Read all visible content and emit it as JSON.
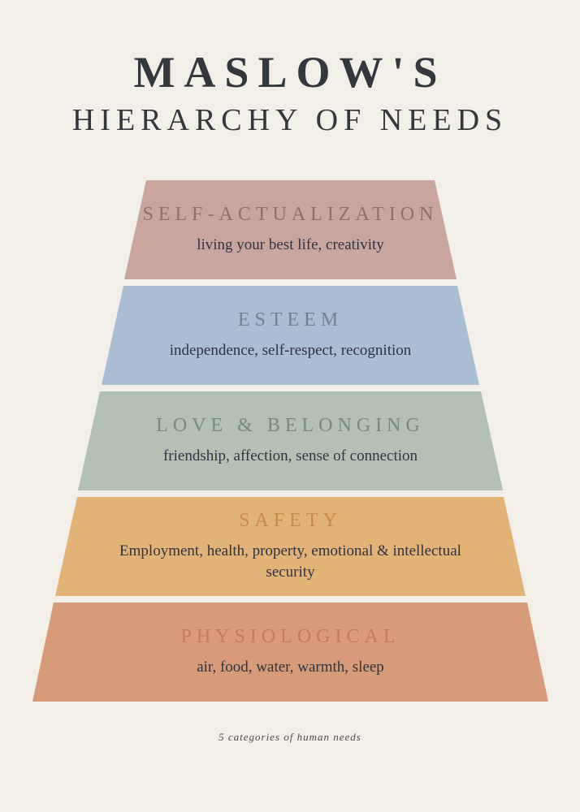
{
  "poster": {
    "title_line1": "MASLOW'S",
    "title_line2": "HIERARCHY OF NEEDS",
    "footer": "5 categories of human needs",
    "background_color": "#f2efe9",
    "title_color": "#34373c",
    "levels": [
      {
        "name": "SELF-ACTUALIZATION",
        "description": "living your best life, creativity",
        "color": "#c8a69d",
        "heading_color": "#8d7260"
      },
      {
        "name": "ESTEEM",
        "description": "independence, self-respect, recognition",
        "color": "#a9bdd3",
        "heading_color": "#71818f"
      },
      {
        "name": "LOVE & BELONGING",
        "description": "friendship, affection, sense of connection",
        "color": "#b2c1b4",
        "heading_color": "#79897d"
      },
      {
        "name": "SAFETY",
        "description": "Employment, health, property, emotional & intellectual security",
        "color": "#e3b277",
        "heading_color": "#ca8a4d"
      },
      {
        "name": "PHYSIOLOGICAL",
        "description": "air, food, water, warmth, sleep",
        "color": "#d89b79",
        "heading_color": "#c37a58"
      }
    ]
  }
}
